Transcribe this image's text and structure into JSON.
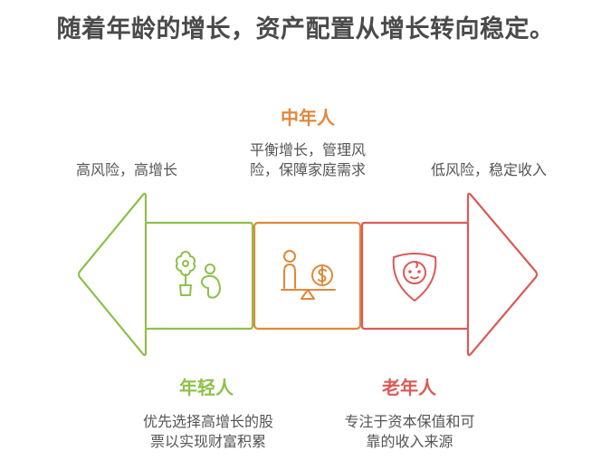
{
  "title": "随着年龄的增长，资产配置从增长转向稳定。",
  "colors": {
    "young": "#8dc04a",
    "middle": "#e0883a",
    "old": "#db5a56",
    "title_text": "#4a4a4a",
    "body_text": "#555555"
  },
  "stages": [
    {
      "name": "年轻人",
      "risk_label": "高风险，高增长",
      "description_line1": "优先选择高增长的股",
      "description_line2": "票以实现财富积累",
      "icon": "plant-and-person-icon"
    },
    {
      "name": "中年人",
      "risk_label_line1": "平衡增长，管理风",
      "risk_label_line2": "险，保障家庭需求",
      "icon": "balance-scale-person-coin-icon"
    },
    {
      "name": "老年人",
      "risk_label": "低风险，稳定收入",
      "description_line1": "专注于资本保值和可",
      "description_line2": "靠的收入来源",
      "icon": "shield-baby-face-icon"
    }
  ]
}
